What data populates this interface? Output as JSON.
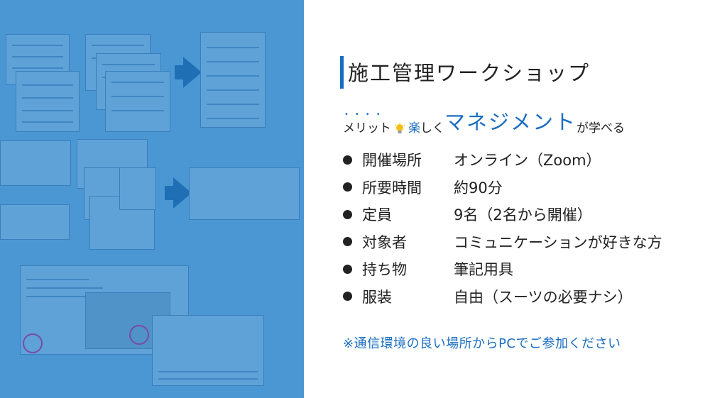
{
  "title": "施工管理ワークショップ",
  "merit": {
    "prefix": "メリット",
    "dots": "••••",
    "fun": "楽",
    "fun_suffix": "しく",
    "highlight": "マネジメント",
    "suffix": "が学べる",
    "bulb_icon": "lightbulb-icon"
  },
  "details": [
    {
      "label": "開催場所",
      "value": "オンライン（Zoom）"
    },
    {
      "label": "所要時間",
      "value": "約90分"
    },
    {
      "label": "定員",
      "value": "9名（2名から開催）"
    },
    {
      "label": "対象者",
      "value": "コミュニケーションが好きな方"
    },
    {
      "label": "持ち物",
      "value": "筆記用具"
    },
    {
      "label": "服装",
      "value": "自由（スーツの必要ナシ）"
    }
  ],
  "note": "※通信環境の良い場所からPCでご参加ください",
  "colors": {
    "accent": "#1a6ec0",
    "panel": "#4b97d3"
  }
}
